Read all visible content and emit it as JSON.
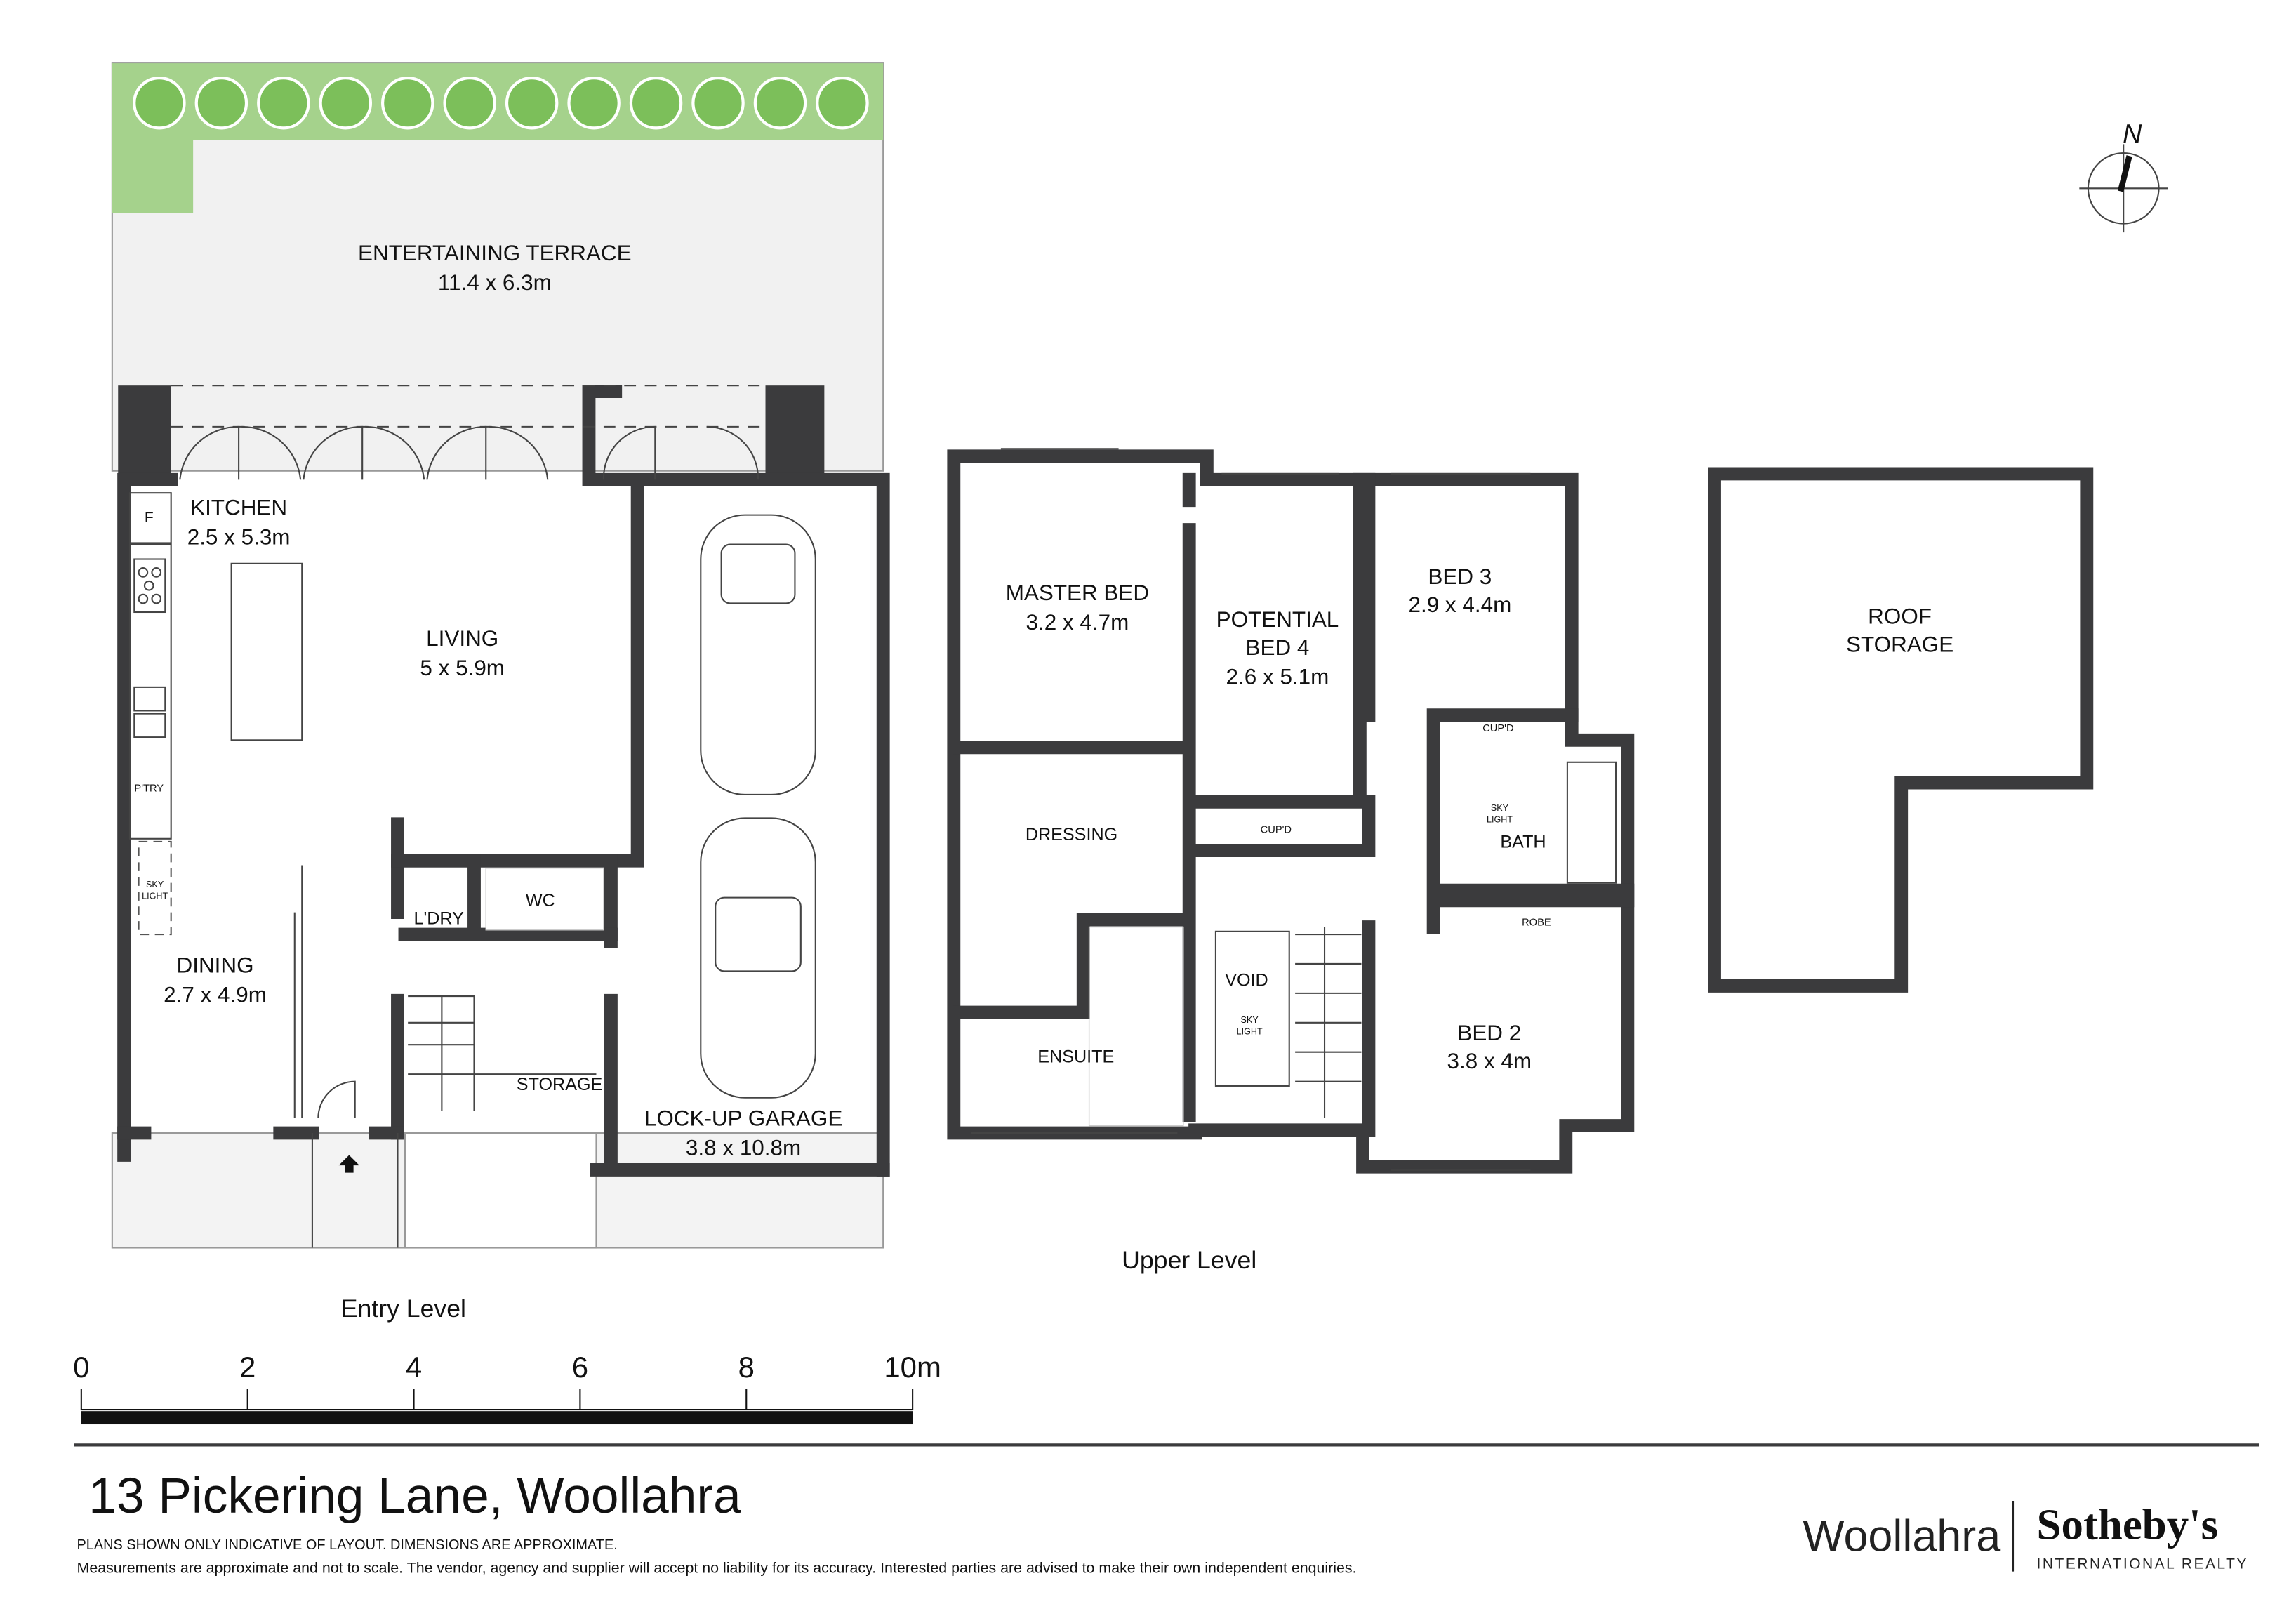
{
  "entry_level": {
    "caption": "Entry Level",
    "rooms": {
      "terrace": {
        "name": "ENTERTAINING TERRACE",
        "size": "11.4 x 6.3m"
      },
      "kitchen": {
        "name": "KITCHEN",
        "size": "2.5 x 5.3m"
      },
      "living": {
        "name": "LIVING",
        "size": "5 x 5.9m"
      },
      "dining": {
        "name": "DINING",
        "size": "2.7 x 4.9m"
      },
      "garage": {
        "name": "LOCK-UP GARAGE",
        "size": "3.8 x 10.8m"
      },
      "laundry": "L'DRY",
      "wc": "WC",
      "storage": "STORAGE",
      "fridge": "F",
      "pantry": "P'TRY",
      "skylight": [
        "SKY",
        "LIGHT"
      ]
    }
  },
  "upper_level": {
    "caption": "Upper Level",
    "rooms": {
      "master": {
        "name": "MASTER BED",
        "size": "3.2 x 4.7m"
      },
      "bed4": {
        "name": [
          "POTENTIAL",
          "BED 4"
        ],
        "size": "2.6 x 5.1m"
      },
      "bed3": {
        "name": "BED 3",
        "size": "2.9 x 4.4m"
      },
      "bed2": {
        "name": "BED 2",
        "size": "3.8 x 4m"
      },
      "dressing": "DRESSING",
      "ensuite": "ENSUITE",
      "bath": "BATH",
      "void": "VOID",
      "robe": "ROBE",
      "cupd": "CUP'D",
      "skylight": [
        "SKY",
        "LIGHT"
      ]
    }
  },
  "roof": {
    "name": [
      "ROOF",
      "STORAGE"
    ]
  },
  "compass": {
    "label": "N"
  },
  "scale_bar": {
    "ticks": [
      "0",
      "2",
      "4",
      "6",
      "8",
      "10m"
    ]
  },
  "footer": {
    "address": "13 Pickering Lane, Woollahra",
    "disclaimer_1": "PLANS SHOWN ONLY INDICATIVE OF LAYOUT. DIMENSIONS ARE APPROXIMATE.",
    "disclaimer_2": "Measurements are approximate and not to scale. The vendor, agency and supplier will accept no liability for its accuracy. Interested parties are advised to make their own independent enquiries.",
    "agency_office": "Woollahra",
    "brand": "Sotheby's",
    "brand_sub": "INTERNATIONAL REALTY"
  },
  "colors": {
    "wall": "#3b3b3d",
    "garden": "#a5d28c",
    "terrace": "#f1f1f1"
  }
}
